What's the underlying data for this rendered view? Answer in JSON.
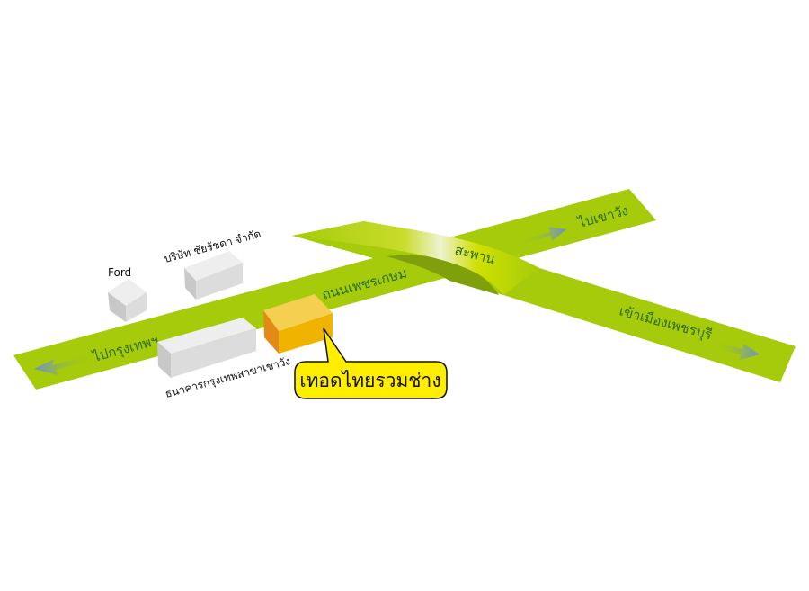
{
  "colors": {
    "road": "#a5cb0a",
    "road_dark": "#7fa00a",
    "building": "#d9d9d9",
    "highlight_building": "#f0b400",
    "callout": "#ffee00",
    "arrow": "#6f8fcf",
    "label": "#2f6b1e"
  },
  "roads": {
    "main_road": "ถนนเพชรเกษม",
    "to_bangkok": "ไปกรุงเทพฯ",
    "to_khao_wang": "ไปเขาวัง",
    "to_phetchaburi": "เข้าเมืองเพชรบุรี",
    "bridge": "สะพาน"
  },
  "buildings": {
    "ford": "Ford",
    "chai_ratchada": "บริษัท ชัยรัชดา จำกัด",
    "bangkok_bank": "ธนาคารกรุงเทพสาขาเขาวัง"
  },
  "callout": {
    "label": "เทอดไทยรวมช่าง"
  }
}
